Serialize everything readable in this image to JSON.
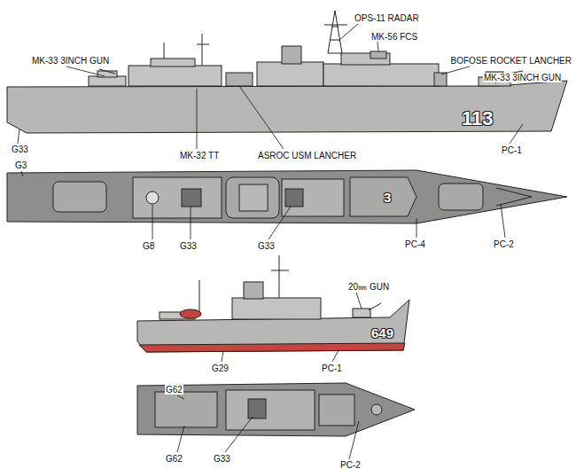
{
  "diagram": {
    "labels": [
      "OPS-11 RADAR",
      "MK-56 FCS",
      "MK-33 3INCH GUN",
      "BOFOSE ROCKET LANCHER",
      "MK-33 3INCH GUN",
      "113",
      "G33",
      "MK-32 TT",
      "ASROC USM LANCHER",
      "PC-1",
      "G3",
      "3",
      "G8",
      "G33",
      "G33",
      "PC-4",
      "PC-2",
      "20㎜ GUN",
      "649",
      "G29",
      "PC-1",
      "G62",
      "G62",
      "G33",
      "PC-2"
    ]
  }
}
